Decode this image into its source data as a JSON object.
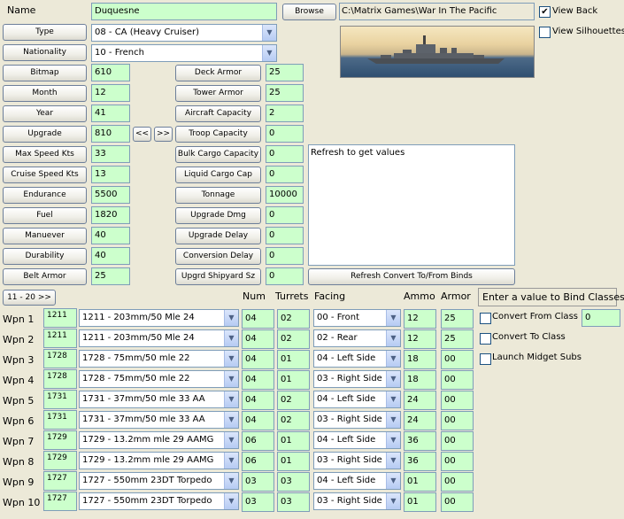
{
  "header": {
    "name_label": "Name",
    "name_value": "Duquesne",
    "browse_label": "Browse",
    "path_value": "C:\\Matrix Games\\War In The Pacific",
    "view_back_label": "View Back",
    "view_back_checked": true,
    "view_silhouettes_label": "View Silhouettes",
    "view_silhouettes_checked": false
  },
  "type_label": "Type",
  "type_value": "08 - CA (Heavy Cruiser)",
  "nationality_label": "Nationality",
  "nationality_value": "10 - French",
  "left_fields": [
    {
      "label": "Bitmap",
      "value": "610"
    },
    {
      "label": "Month",
      "value": "12"
    },
    {
      "label": "Year",
      "value": "41"
    },
    {
      "label": "Upgrade",
      "value": "810"
    },
    {
      "label": "Max Speed Kts",
      "value": "33"
    },
    {
      "label": "Cruise Speed Kts",
      "value": "13"
    },
    {
      "label": "Endurance",
      "value": "5500"
    },
    {
      "label": "Fuel",
      "value": "1820"
    },
    {
      "label": "Manuever",
      "value": "40"
    },
    {
      "label": "Durability",
      "value": "40"
    },
    {
      "label": "Belt Armor",
      "value": "25"
    }
  ],
  "upgrade_nav": {
    "prev": "<<",
    "next": ">>"
  },
  "mid_fields": [
    {
      "label": "Deck Armor",
      "value": "25"
    },
    {
      "label": "Tower Armor",
      "value": "25"
    },
    {
      "label": "Aircraft Capacity",
      "value": "2"
    },
    {
      "label": "Troop Capacity",
      "value": "0"
    },
    {
      "label": "Bulk Cargo Capacity",
      "value": "0"
    },
    {
      "label": "Liquid Cargo Cap",
      "value": "0"
    },
    {
      "label": "Tonnage",
      "value": "10000"
    },
    {
      "label": "Upgrade Dmg",
      "value": "0"
    },
    {
      "label": "Upgrade Delay",
      "value": "0"
    },
    {
      "label": "Conversion Delay",
      "value": "0"
    },
    {
      "label": "Upgrd Shipyard Sz",
      "value": "0"
    }
  ],
  "info_text": "Refresh to get values",
  "refresh_label": "Refresh Convert To/From Binds",
  "page_button": "11 - 20  >>",
  "weapon_headers": {
    "num": "Num",
    "turrets": "Turrets",
    "facing": "Facing",
    "ammo": "Ammo",
    "armor": "Armor"
  },
  "bind_label": "Enter a value to Bind Classes",
  "convert_from_label": "Convert From Class",
  "convert_from_value": "0",
  "convert_to_label": "Convert To Class",
  "launch_midget_label": "Launch Midget Subs",
  "weapons": [
    {
      "label": "Wpn 1",
      "id": "1211",
      "name": "1211 - 203mm/50 Mle 24",
      "num": "04",
      "turrets": "02",
      "facing": "00 - Front",
      "ammo": "12",
      "armor": "25"
    },
    {
      "label": "Wpn 2",
      "id": "1211",
      "name": "1211 - 203mm/50 Mle 24",
      "num": "04",
      "turrets": "02",
      "facing": "02 - Rear",
      "ammo": "12",
      "armor": "25"
    },
    {
      "label": "Wpn 3",
      "id": "1728",
      "name": "1728 - 75mm/50 mle 22",
      "num": "04",
      "turrets": "01",
      "facing": "04 - Left Side",
      "ammo": "18",
      "armor": "00"
    },
    {
      "label": "Wpn 4",
      "id": "1728",
      "name": "1728 - 75mm/50 mle 22",
      "num": "04",
      "turrets": "01",
      "facing": "03 - Right Side",
      "ammo": "18",
      "armor": "00"
    },
    {
      "label": "Wpn 5",
      "id": "1731",
      "name": "1731 - 37mm/50 mle 33 AA",
      "num": "04",
      "turrets": "02",
      "facing": "04 - Left Side",
      "ammo": "24",
      "armor": "00"
    },
    {
      "label": "Wpn 6",
      "id": "1731",
      "name": "1731 - 37mm/50 mle 33 AA",
      "num": "04",
      "turrets": "02",
      "facing": "03 - Right Side",
      "ammo": "24",
      "armor": "00"
    },
    {
      "label": "Wpn 7",
      "id": "1729",
      "name": "1729 - 13.2mm mle 29 AAMG",
      "num": "06",
      "turrets": "01",
      "facing": "04 - Left Side",
      "ammo": "36",
      "armor": "00"
    },
    {
      "label": "Wpn 8",
      "id": "1729",
      "name": "1729 - 13.2mm mle 29 AAMG",
      "num": "06",
      "turrets": "01",
      "facing": "03 - Right Side",
      "ammo": "36",
      "armor": "00"
    },
    {
      "label": "Wpn 9",
      "id": "1727",
      "name": "1727 - 550mm 23DT Torpedo",
      "num": "03",
      "turrets": "03",
      "facing": "04 - Left Side",
      "ammo": "01",
      "armor": "00"
    },
    {
      "label": "Wpn 10",
      "id": "1727",
      "name": "1727 - 550mm 23DT Torpedo",
      "num": "03",
      "turrets": "03",
      "facing": "03 - Right Side",
      "ammo": "01",
      "armor": "00"
    }
  ]
}
